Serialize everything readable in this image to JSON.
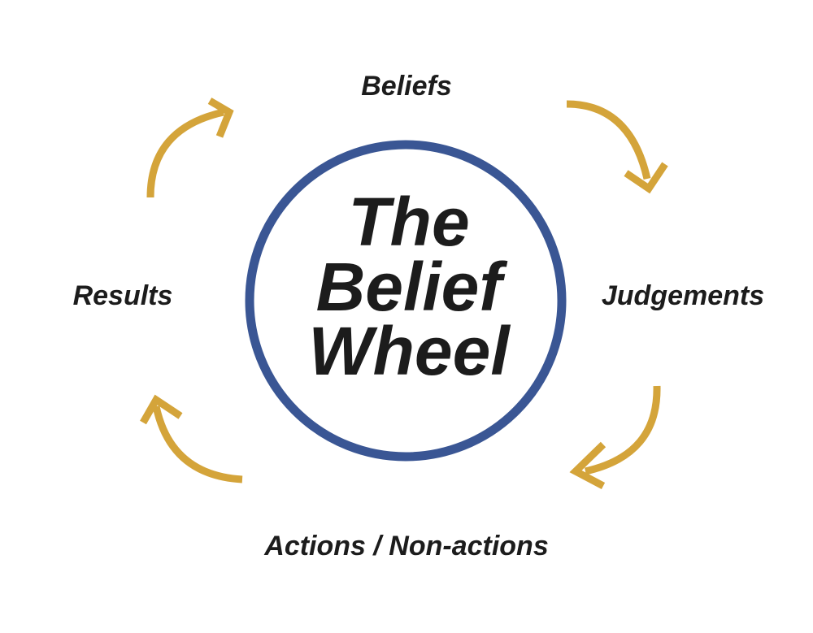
{
  "title": {
    "lines": [
      "The",
      "Belief",
      "Wheel"
    ]
  },
  "stages": {
    "beliefs": "Beliefs",
    "judgements": "Judgements",
    "actions": "Actions / Non-actions",
    "results": "Results"
  },
  "colors": {
    "ring": "#3a5694",
    "arrows": "#d4a43a",
    "text": "#1c1c1c"
  }
}
